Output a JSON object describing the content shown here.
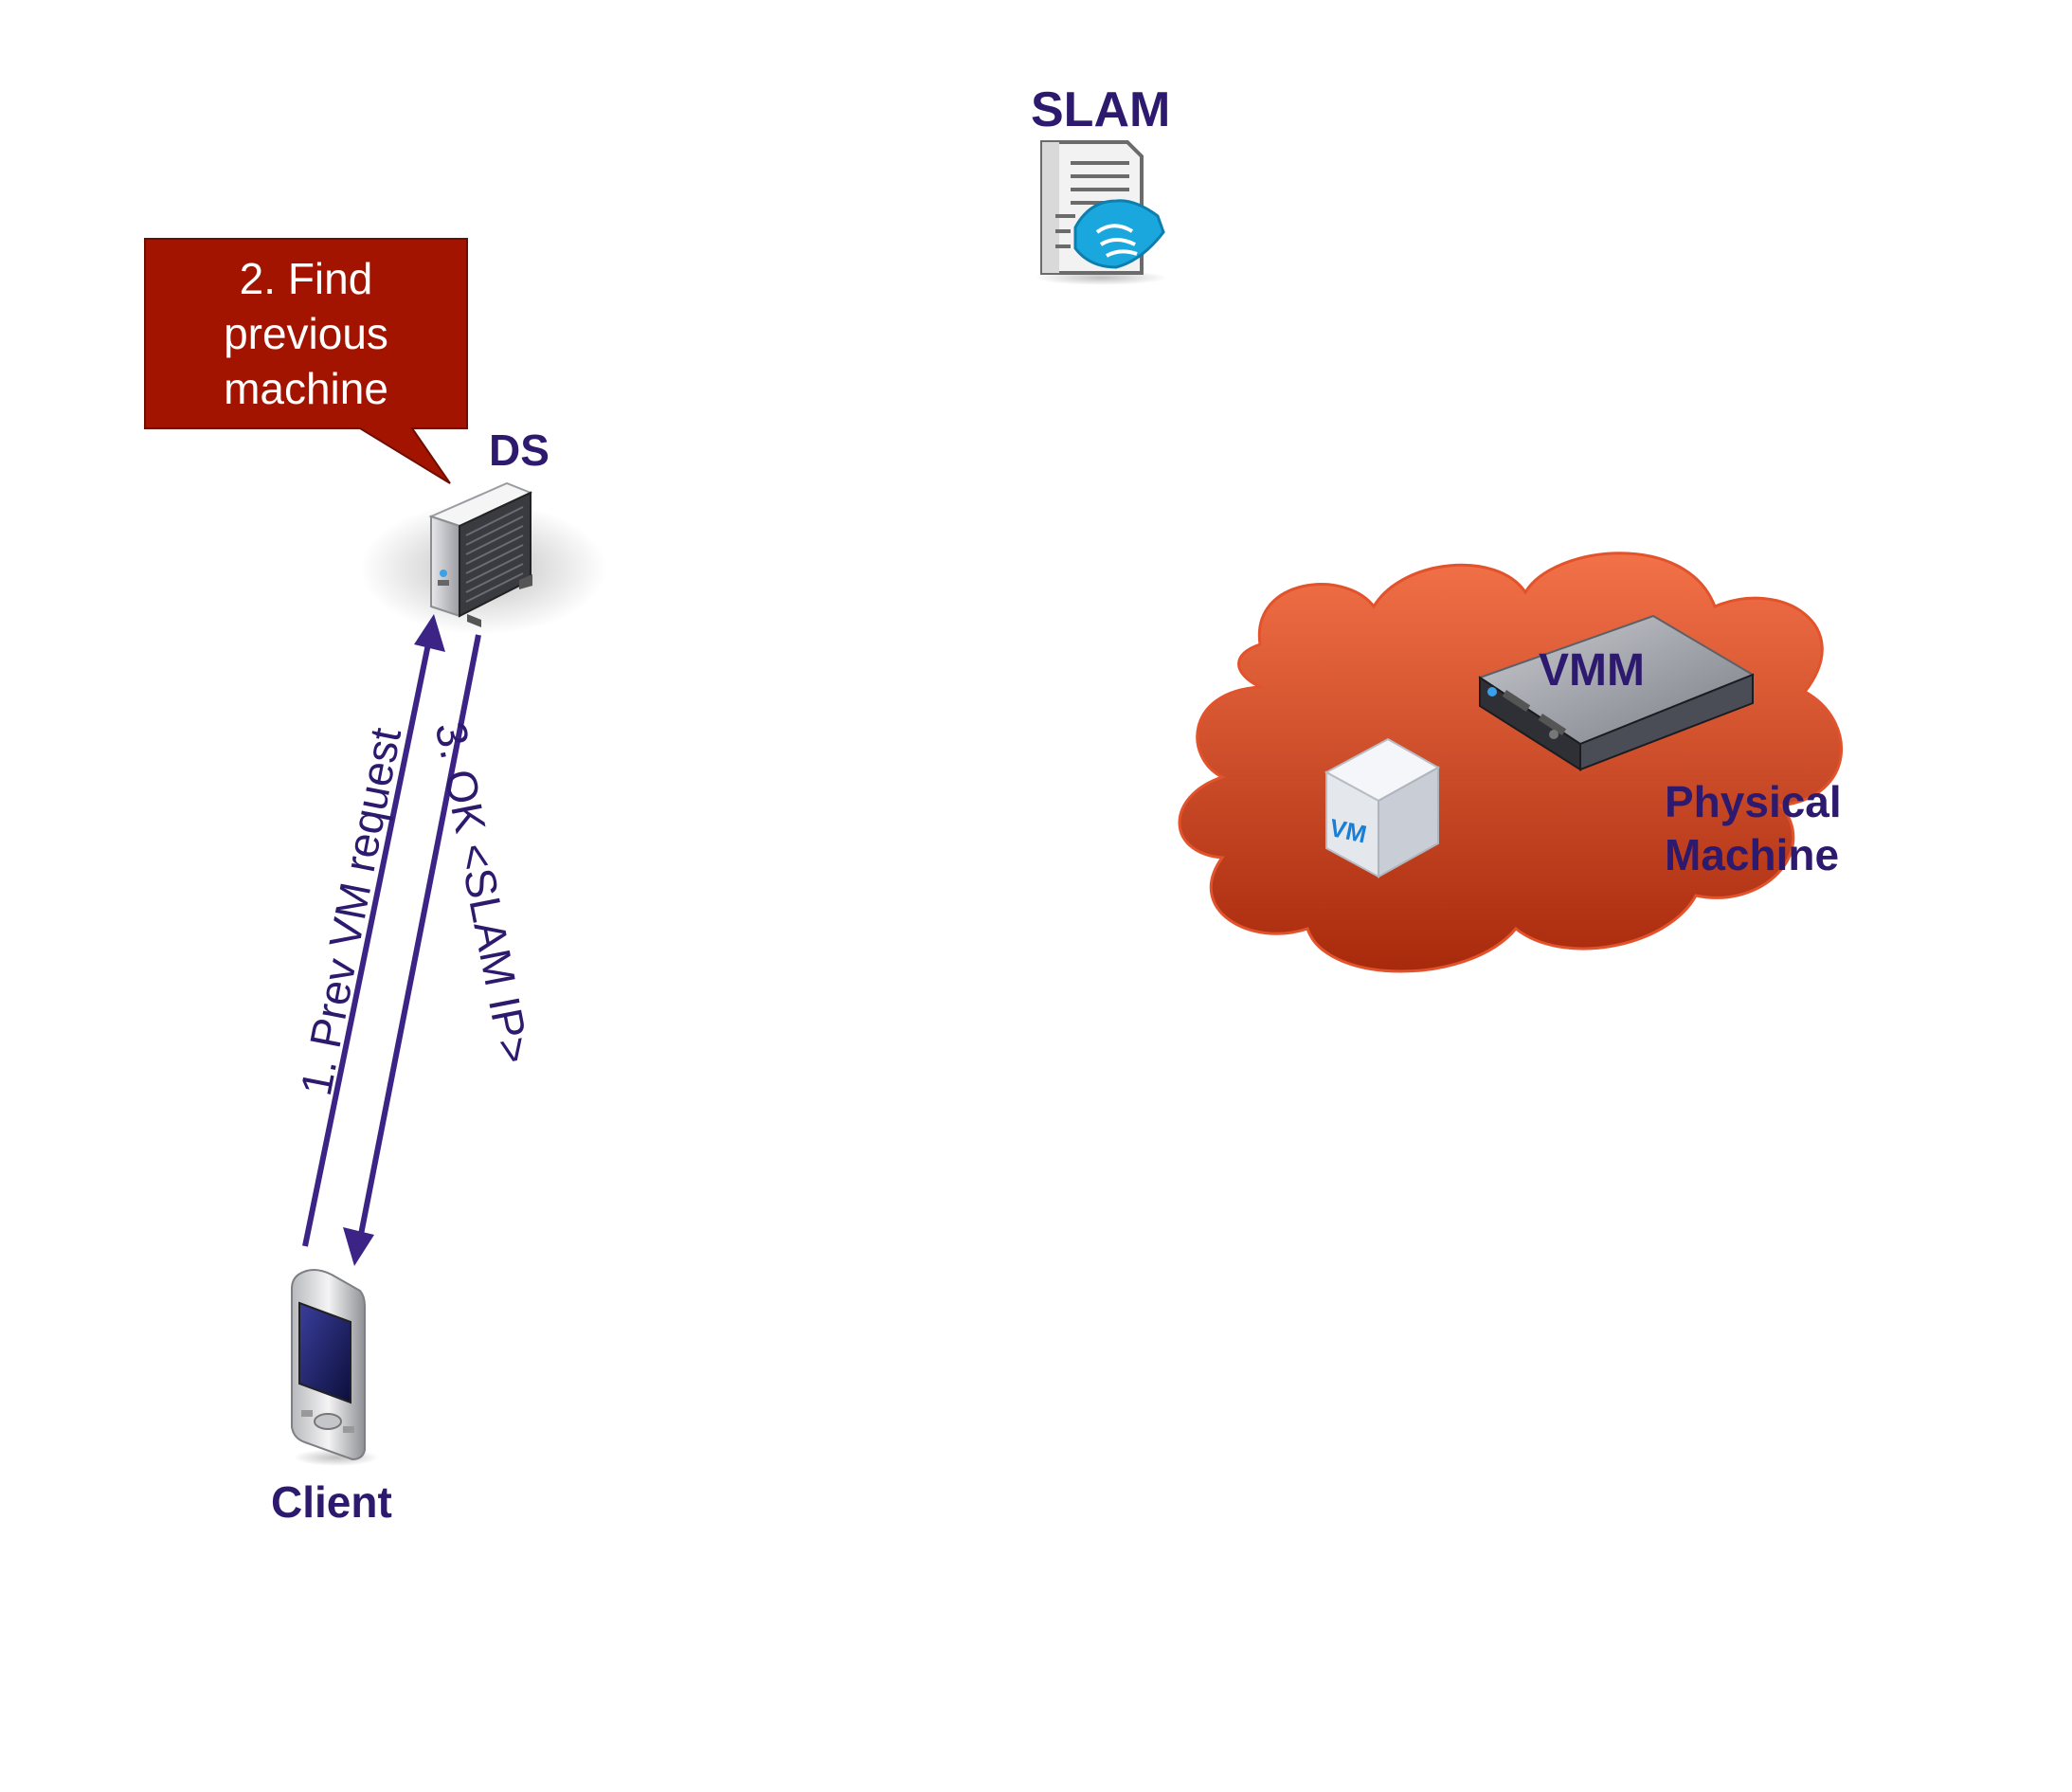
{
  "nodes": {
    "slam": {
      "label": "SLAM"
    },
    "ds": {
      "label": "DS"
    },
    "client": {
      "label": "Client"
    },
    "vmm": {
      "label": "VMM"
    },
    "vm": {
      "label": "VM"
    },
    "physical_machine": {
      "label": "Physical\nMachine"
    }
  },
  "callout": {
    "text": "2. Find\nprevious\nmachine"
  },
  "edges": [
    {
      "from": "client",
      "to": "ds",
      "label": "1. Prev VM request"
    },
    {
      "from": "ds",
      "to": "client",
      "label": "3. OK <SLAM IP>"
    }
  ],
  "colors": {
    "accent": "#2d1a6e",
    "arrow": "#3b2486",
    "callout_fill": "#a31400",
    "cloud_top": "#f27148",
    "cloud_bottom": "#b83010",
    "handshake": "#1aa7de"
  },
  "icons": {
    "slam": "document-handshake-icon",
    "ds": "tower-server-icon",
    "client": "mobile-phone-icon",
    "vmm": "rack-server-icon",
    "vm": "cube-icon",
    "cloud": "cloud-icon"
  }
}
